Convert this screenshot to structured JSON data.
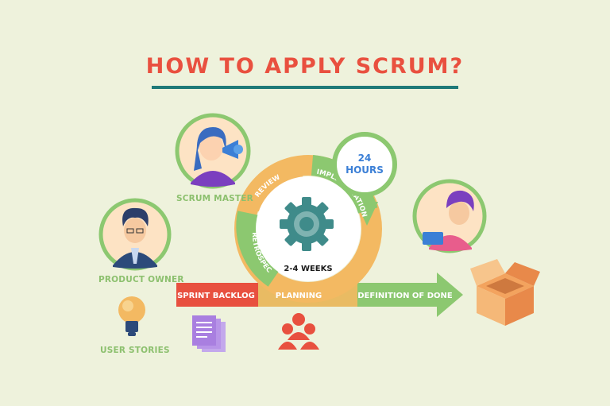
{
  "title": "HOW TO APPLY SCRUM?",
  "roles": {
    "scrum_master": "SCRUM MASTER",
    "product_owner": "PRODUCT OWNER",
    "user_stories": "USER STORIES"
  },
  "cycle": {
    "review": "REVIEW",
    "implementation": "IMPLEMENTATION",
    "retrospect": "RETROSPECT",
    "duration": "2-4 WEEKS",
    "daily_top": "24",
    "daily_bottom": "HOURS"
  },
  "flow": {
    "sprint_backlog": "SPRINT BACKLOG",
    "planning": "PLANNING",
    "definition_of_done": "DEFINITION OF DONE"
  },
  "colors": {
    "title": "#e9503f",
    "rule": "#1f7a78",
    "green": "#8cc870",
    "orange": "#f3b962",
    "red": "#e8503f",
    "teal": "#3f8b8a",
    "blue_text": "#3b7fd6"
  }
}
